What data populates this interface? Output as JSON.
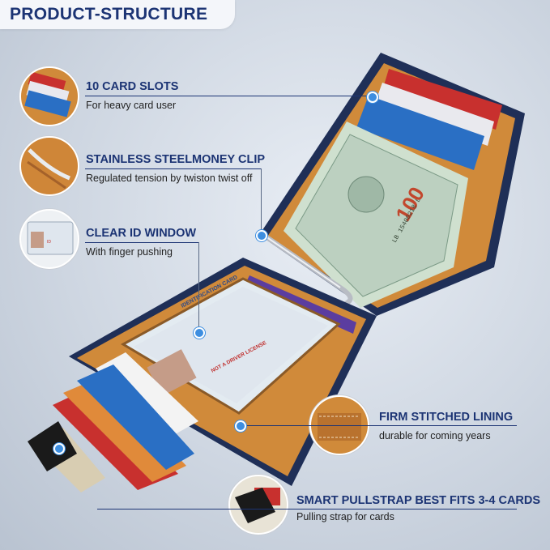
{
  "header": {
    "title": "PRODUCT-STRUCTURE"
  },
  "features": [
    {
      "title": "10 CARD SLOTS",
      "desc": "For heavy card user",
      "icon": "card-slots-thumbnail"
    },
    {
      "title": "STAINLESS STEELMONEY CLIP",
      "desc": "Regulated tension by twiston twist off",
      "icon": "money-clip-thumbnail"
    },
    {
      "title": "CLEAR ID WINDOW",
      "desc": "With finger pushing",
      "icon": "id-window-thumbnail"
    },
    {
      "title": "FIRM STITCHED LINING",
      "desc": "durable for coming years",
      "icon": "stitched-lining-thumbnail"
    },
    {
      "title": "SMART PULLSTRAP BEST FITS 3-4 CARDS",
      "desc": "Pulling strap for cards",
      "icon": "pullstrap-thumbnail"
    }
  ],
  "banknote": {
    "denomination": "100",
    "serial": "LB 15400218 L"
  },
  "id_card": {
    "header": "IDENTIFICATION CARD",
    "stamp": "NOT A DRIVER LICENSE"
  },
  "colors": {
    "accent": "#1c3474",
    "pin": "#3d8ee0",
    "leather": "#d08a3a",
    "wallet_outer": "#1f2f57"
  }
}
